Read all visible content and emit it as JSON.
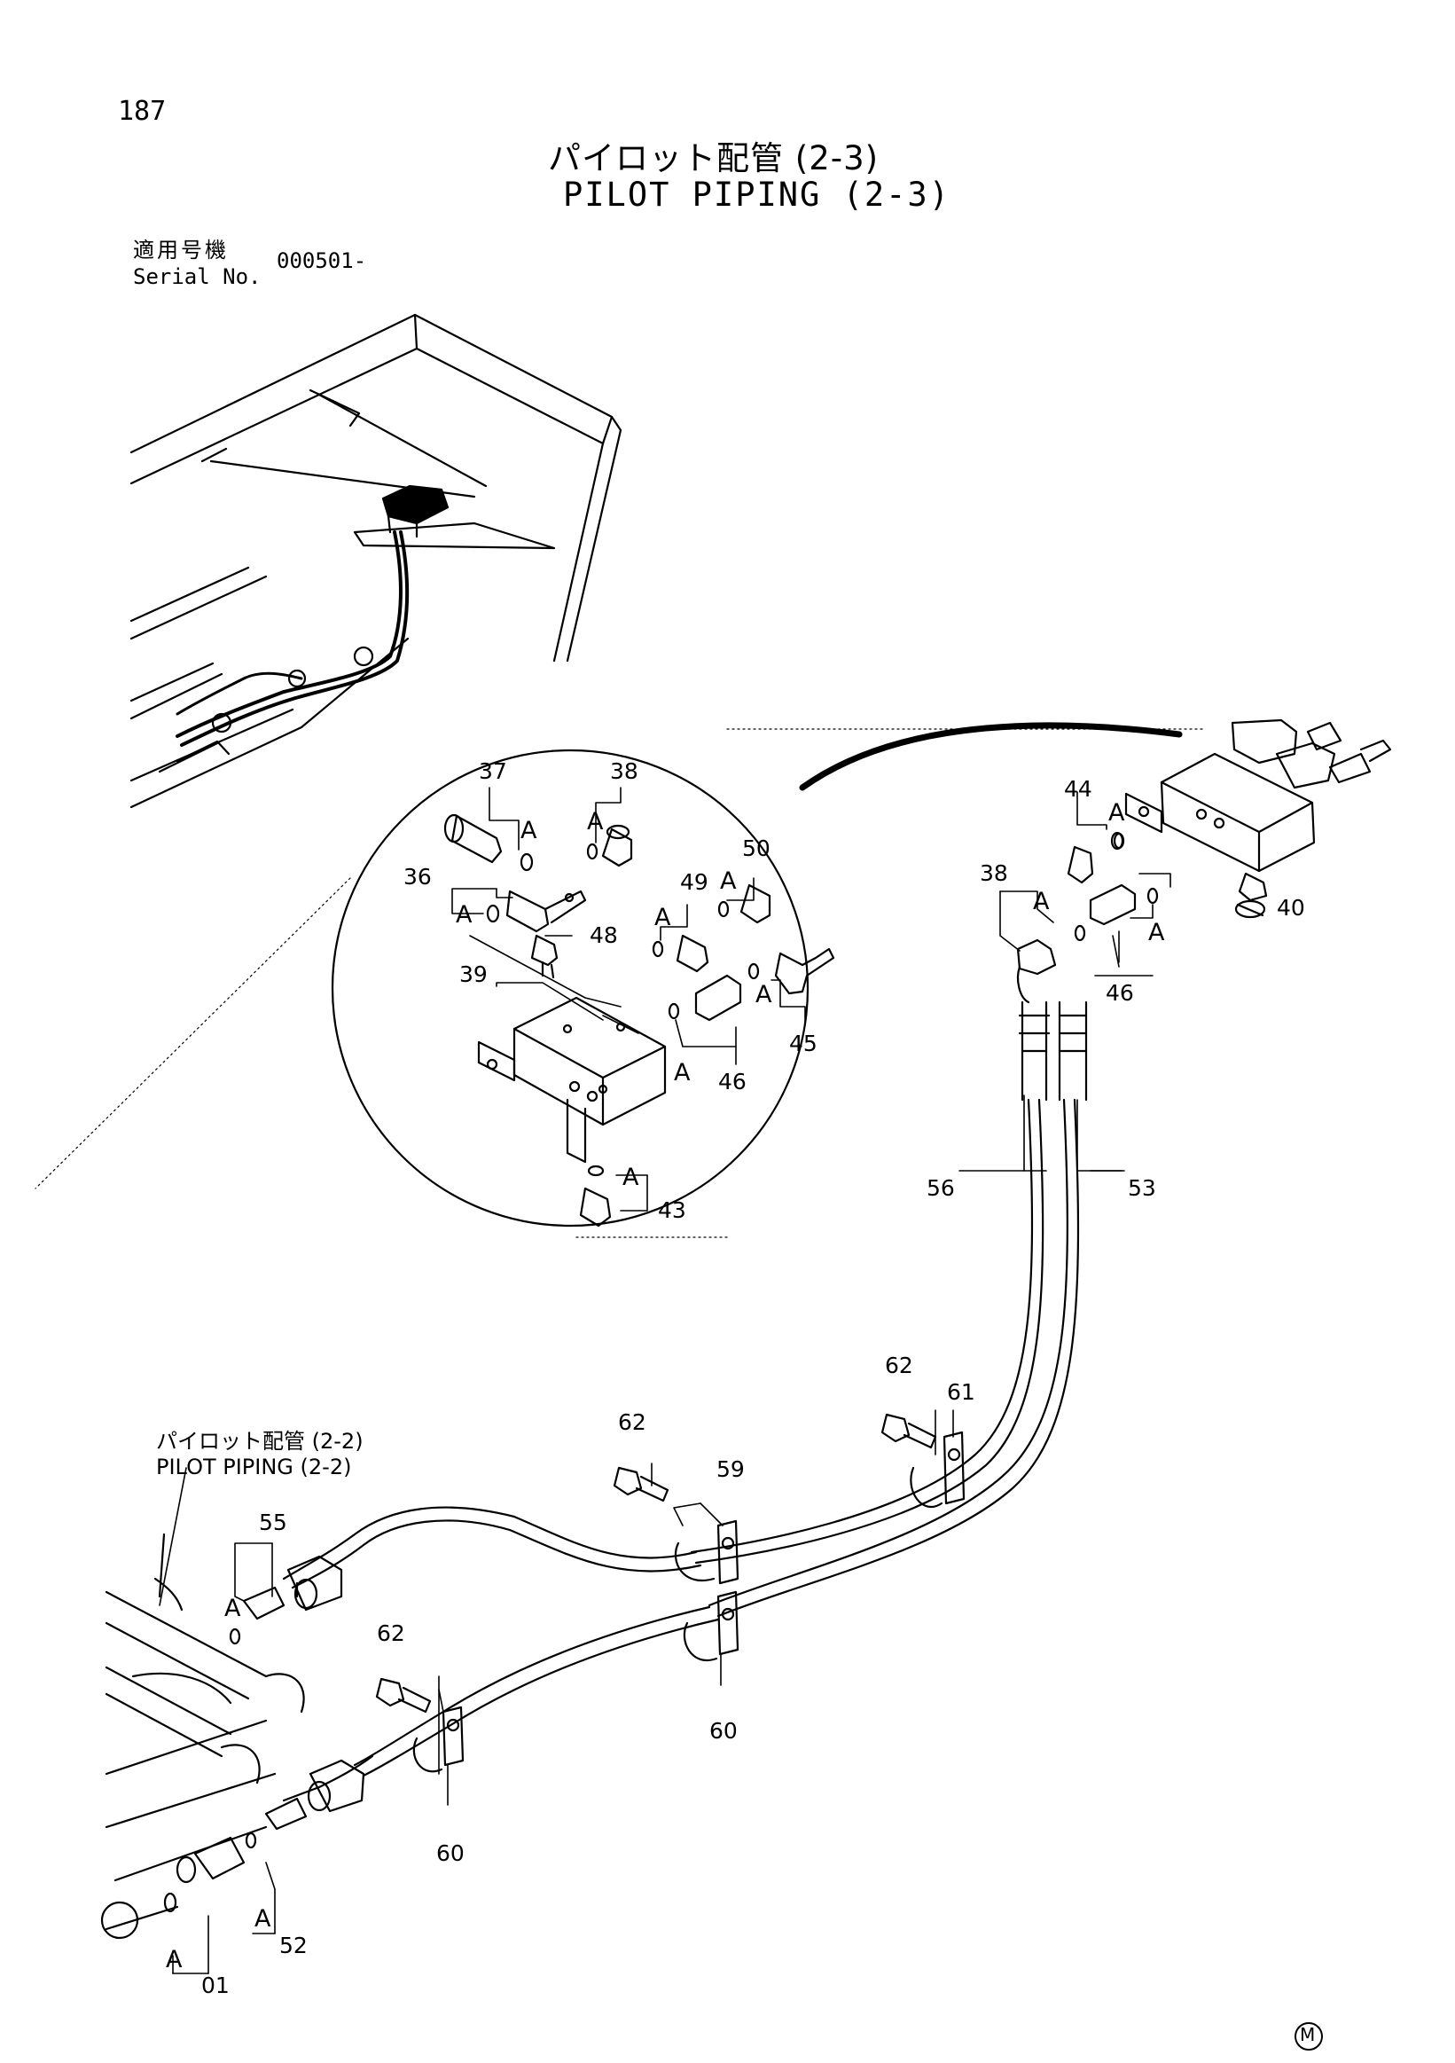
{
  "page_number": "187",
  "title": {
    "jp": "パイロット配管 (2-3)",
    "en": "PILOT PIPING (2-3)"
  },
  "serial": {
    "label_jp": "適用号機",
    "label_en": "Serial No.",
    "value": "000501-"
  },
  "reference": {
    "jp": "パイロット配管 (2-2)",
    "en": "PILOT PIPING (2-2)"
  },
  "corner_mark": "M",
  "callouts": {
    "c37": "37",
    "c38a": "38",
    "c36": "36",
    "c48": "48",
    "c49": "49",
    "c50": "50",
    "c39": "39",
    "c45": "45",
    "c46a": "46",
    "c43": "43",
    "c44": "44",
    "c38b": "38",
    "c40": "40",
    "c46b": "46",
    "c56": "56",
    "c53": "53",
    "c62a": "62",
    "c61": "61",
    "c62b": "62",
    "c59": "59",
    "c55": "55",
    "c62c": "62",
    "c60a": "60",
    "c60b": "60",
    "c52": "52",
    "c01": "01"
  },
  "seal_label": "A"
}
